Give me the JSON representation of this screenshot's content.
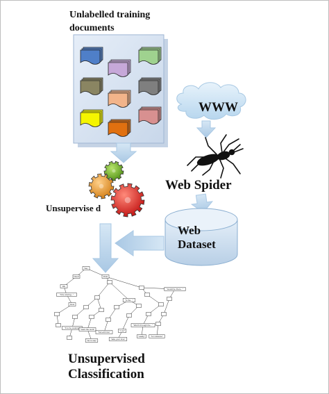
{
  "figure": {
    "documents_title": "Unlabelled training documents",
    "cloud_label": "WWW",
    "spider_label": "Web Spider",
    "dataset_label": "Web Dataset",
    "unsupervised_label": "Unsupervise d",
    "classification_label": "Unsupervised Classification"
  },
  "document_colors": [
    "#4f7fc8",
    "#c6a8d9",
    "#9fd28f",
    "#8a8562",
    "#f2b48a",
    "#7f7f7f",
    "#f5f500",
    "#e07010",
    "#d89090"
  ],
  "tree_node_labels": [
    "Say",
    "Need",
    "think",
    "We",
    "\"to be eaten...\"",
    "\"It be storing...\"",
    "How",
    "\"It to be cooking\"",
    "\"want the work\"",
    "\"Tell with him\"",
    "\"I cut\"",
    "\"Worth through the...\"",
    "\"as to say\"",
    "\"take your time\"",
    "\"easily\"",
    "\"for instance\"",
    "\"is the...\"",
    "\"would be there...\""
  ]
}
